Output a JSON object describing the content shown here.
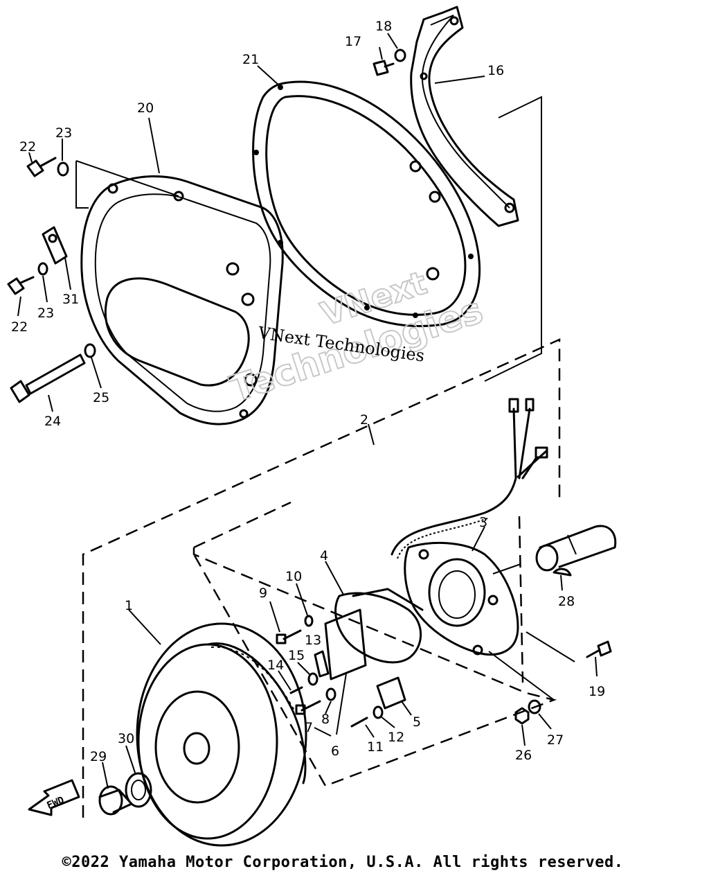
{
  "watermark": {
    "small": "VNext Technologies",
    "big_line1": "VNext",
    "big_line2": "Technologies"
  },
  "fwd_label": "FWD",
  "copyright": "©2022 Yamaha Motor Corporation, U.S.A. All rights reserved.",
  "callouts": [
    "1",
    "2",
    "3",
    "4",
    "5",
    "6",
    "7",
    "8",
    "9",
    "10",
    "11",
    "12",
    "13",
    "14",
    "15",
    "16",
    "17",
    "18",
    "19",
    "20",
    "21",
    "22",
    "22",
    "23",
    "23",
    "24",
    "25",
    "26",
    "27",
    "28",
    "29",
    "30",
    "31"
  ]
}
